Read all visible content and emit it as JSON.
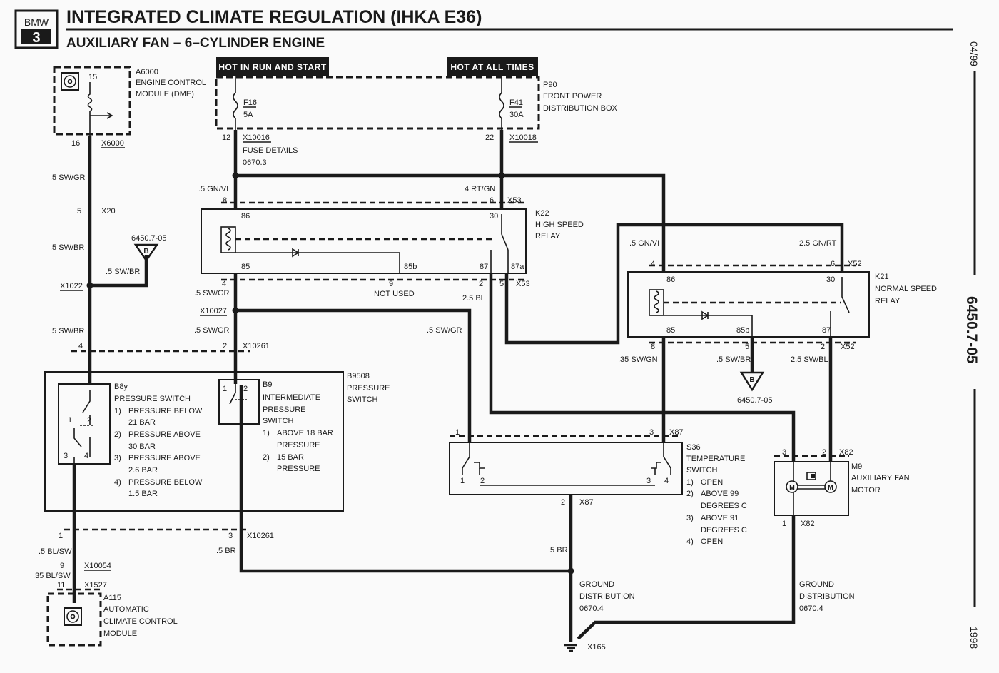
{
  "header": {
    "logo_top": "BMW",
    "logo_num": "3",
    "title": "INTEGRATED CLIMATE REGULATION (IHKA E36)",
    "subtitle": "AUXILIARY FAN – 6–CYLINDER ENGINE"
  },
  "side": {
    "date": "04/99",
    "page": "6450.7-05",
    "year": "1998"
  },
  "power_tags": {
    "hot_run_start": "HOT IN RUN AND START",
    "hot_all_times": "HOT AT ALL TIMES"
  },
  "components": {
    "a6000": {
      "id": "A6000",
      "l1": "ENGINE CONTROL",
      "l2": "MODULE (DME)",
      "pin": "15"
    },
    "p90": {
      "id": "P90",
      "l1": "FRONT POWER",
      "l2": "DISTRIBUTION BOX"
    },
    "f16": {
      "id": "F16",
      "amp": "5A"
    },
    "f41": {
      "id": "F41",
      "amp": "30A"
    },
    "k22": {
      "id": "K22",
      "l1": "HIGH SPEED",
      "l2": "RELAY",
      "p86": "86",
      "p85": "85",
      "p85b": "85b",
      "p87": "87",
      "p87a": "87a",
      "p30": "30"
    },
    "k21": {
      "id": "K21",
      "l1": "NORMAL SPEED",
      "l2": "RELAY",
      "p86": "86",
      "p85": "85",
      "p85b": "85b",
      "p87": "87",
      "p30": "30"
    },
    "b9508": {
      "id": "B9508",
      "l1": "PRESSURE",
      "l2": "SWITCH"
    },
    "b8y": {
      "id": "B8y",
      "l1": "PRESSURE SWITCH",
      "items": [
        "1)",
        "PRESSURE BELOW",
        "21 BAR",
        "2)",
        "PRESSURE ABOVE",
        "30 BAR",
        "3)",
        "PRESSURE ABOVE",
        "2.6 BAR",
        "4)",
        "PRESSURE BELOW",
        "1.5 BAR"
      ],
      "pins": [
        "1",
        "2",
        "3",
        "4"
      ]
    },
    "b9": {
      "id": "B9",
      "l1": "INTERMEDIATE",
      "l2": "PRESSURE",
      "l3": "SWITCH",
      "items": [
        "1)",
        "ABOVE 18 BAR",
        "PRESSURE",
        "2)",
        "15 BAR",
        "PRESSURE"
      ],
      "pins": [
        "1",
        "2"
      ]
    },
    "s36": {
      "id": "S36",
      "l1": "TEMPERATURE",
      "l2": "SWITCH",
      "items": [
        "1)",
        "OPEN",
        "2)",
        "ABOVE 99",
        "DEGREES C",
        "3)",
        "ABOVE 91",
        "DEGREES C",
        "4)",
        "OPEN"
      ],
      "pins": [
        "1",
        "2",
        "3",
        "4"
      ]
    },
    "m9": {
      "id": "M9",
      "l1": "AUXILIARY FAN",
      "l2": "MOTOR"
    },
    "a115": {
      "id": "A115",
      "l1": "AUTOMATIC",
      "l2": "CLIMATE CONTROL",
      "l3": "MODULE"
    },
    "ground1": {
      "l1": "GROUND",
      "l2": "DISTRIBUTION",
      "l3": "0670.4"
    },
    "ground2": {
      "l1": "GROUND",
      "l2": "DISTRIBUTION",
      "l3": "0670.4"
    },
    "ref_b": {
      "letter": "B",
      "page": "6450.7-05"
    }
  },
  "connectors": {
    "x6000": "X6000",
    "x20": "X20",
    "x1022": "X1022",
    "x10016": "X10016",
    "fuse_details": "FUSE DETAILS",
    "fuse_page": "0670.3",
    "x10018": "X10018",
    "x53": "X53",
    "x10027": "X10027",
    "x10261": "X10261",
    "x52": "X52",
    "x87": "X87",
    "x82": "X82",
    "x10054": "X10054",
    "x1527": "X1527",
    "x165": "X165",
    "not_used": "NOT USED"
  },
  "wires": {
    "sw_gr": ".5 SW/GR",
    "gn_vi": ".5 GN/VI",
    "rt_gn": "4 RT/GN",
    "sw_br": ".5 SW/BR",
    "gn_rt": "2.5 GN/RT",
    "bl": "2.5 BL",
    "sw_bl": "2.5 SW/BL",
    "sw_gn": ".35 SW/GN",
    "bl_sw": ".5 BL/SW",
    "sw_035": ".35 BL/SW",
    "br": ".5 BR"
  },
  "pins": {
    "p16": "16",
    "p5": "5",
    "p12": "12",
    "p22": "22",
    "p8": "8",
    "p6": "6",
    "p4": "4",
    "p9": "9",
    "p2": "2",
    "p1": "1",
    "p3": "3",
    "p11": "11"
  }
}
